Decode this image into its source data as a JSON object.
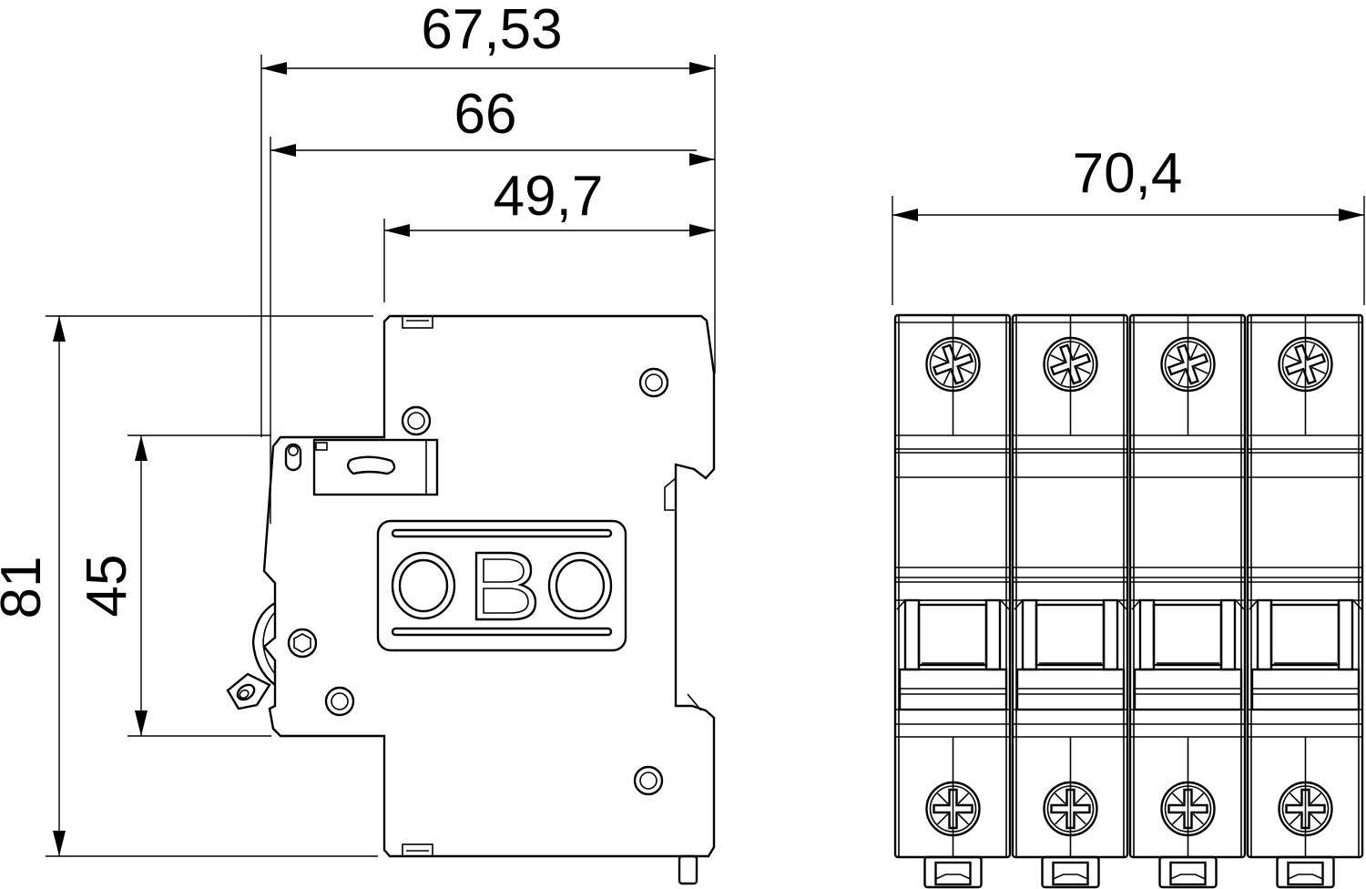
{
  "title": "OBO circuit breaker 4-pole dimension drawing",
  "dimensions": {
    "depth_total": "67,53",
    "depth_66": "66",
    "depth_497": "49,7",
    "height_81": "81",
    "height_45": "45",
    "width_front": "70,4"
  },
  "logo_text": "OBO",
  "front_view": {
    "module_count": 4
  }
}
